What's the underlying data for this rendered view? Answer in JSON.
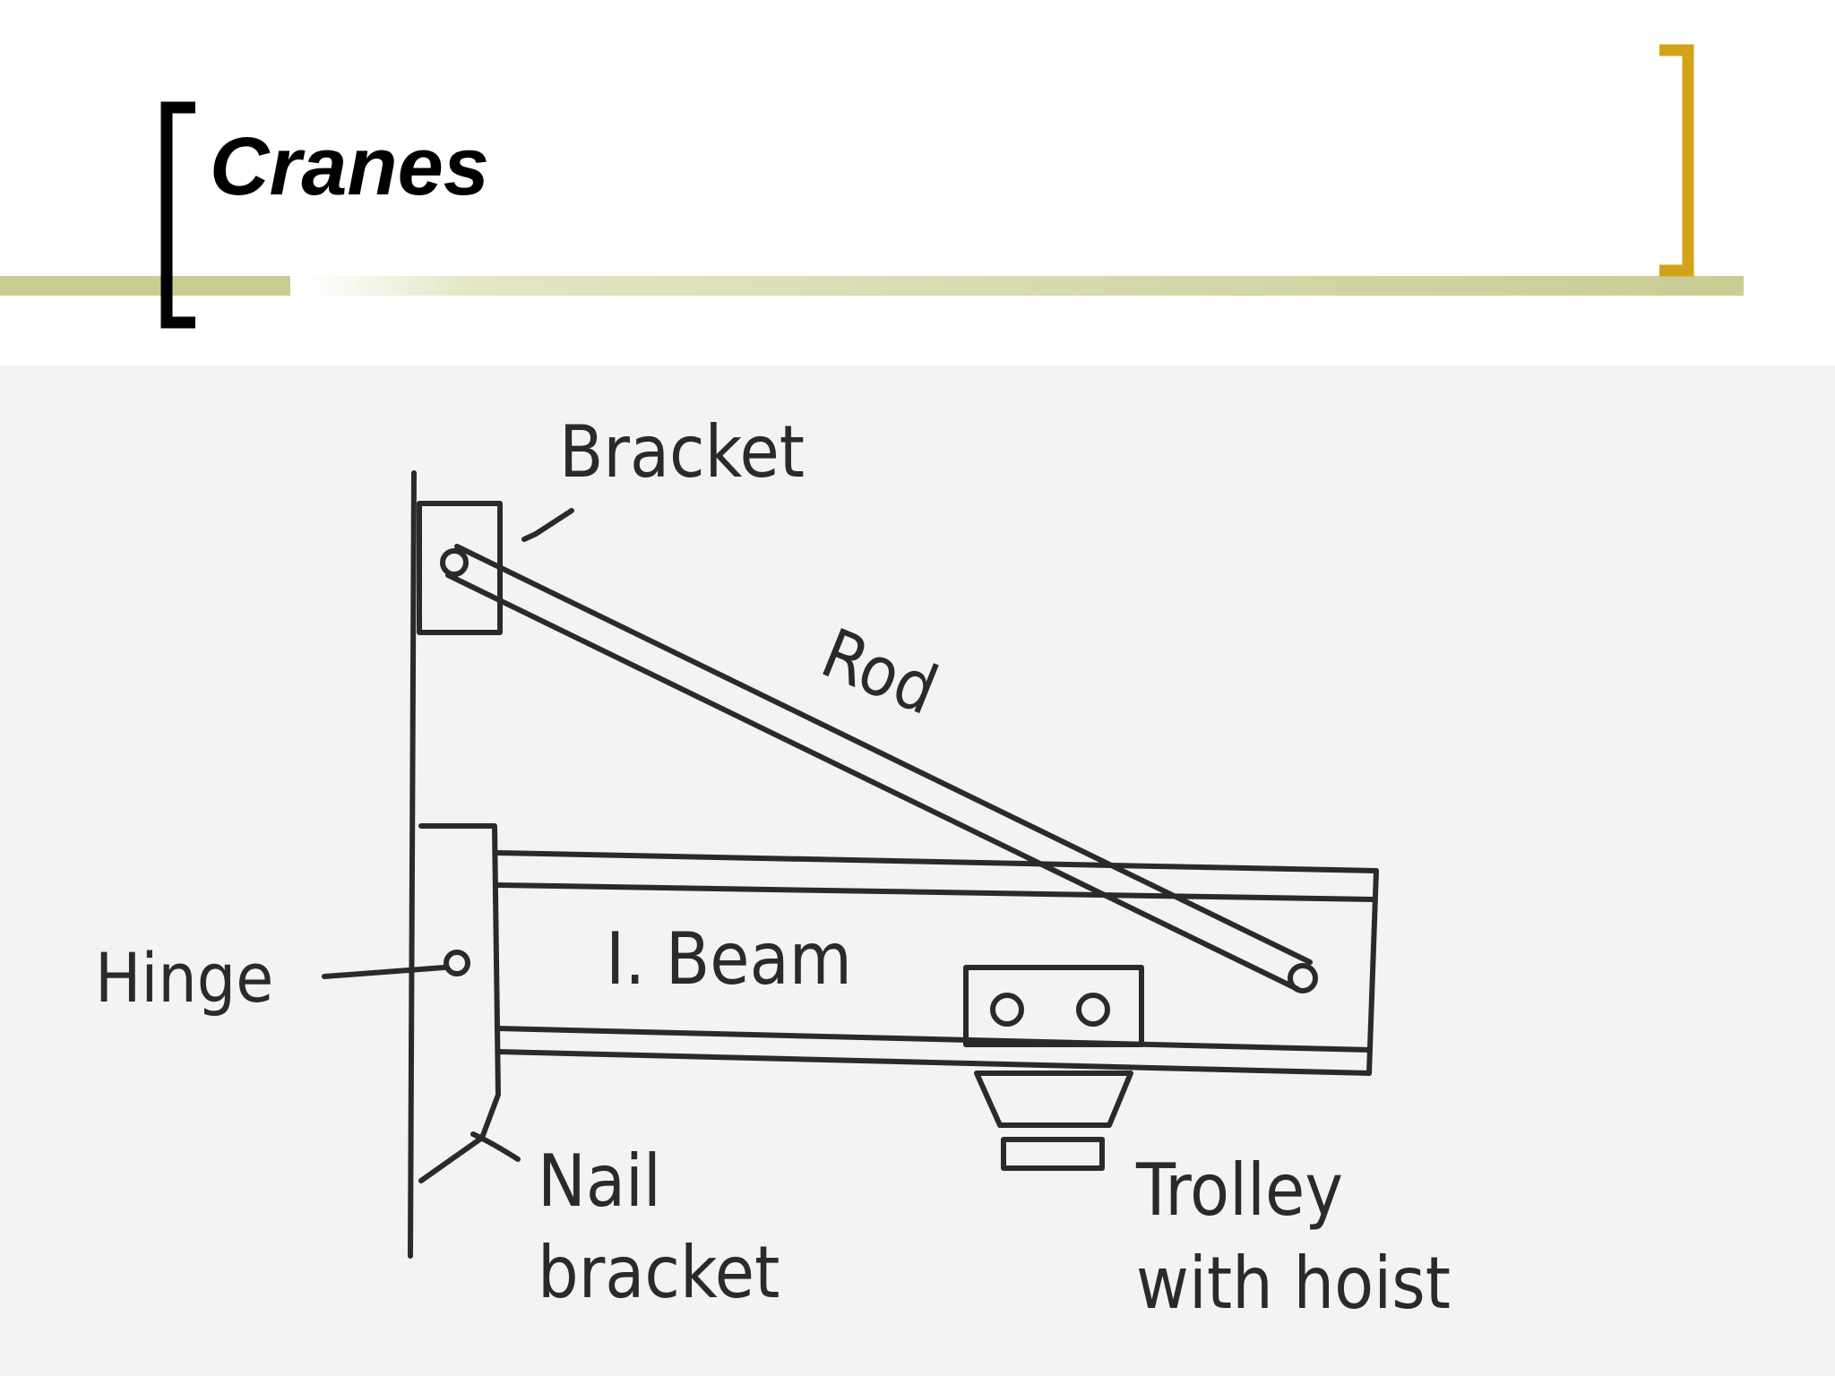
{
  "slide": {
    "title": "Cranes",
    "accent_colors": {
      "left_bracket": "#000000",
      "right_bracket": "#d4a216",
      "rule": "#c9cc93"
    }
  },
  "diagram": {
    "labels": {
      "bracket": "Bracket",
      "rod": "Rod",
      "hinge": "Hinge",
      "i_beam": "I. Beam",
      "nail_bracket_line1": "Nail",
      "nail_bracket_line2": "bracket",
      "trolley_line1": "Trolley",
      "trolley_line2": "with hoist"
    }
  }
}
